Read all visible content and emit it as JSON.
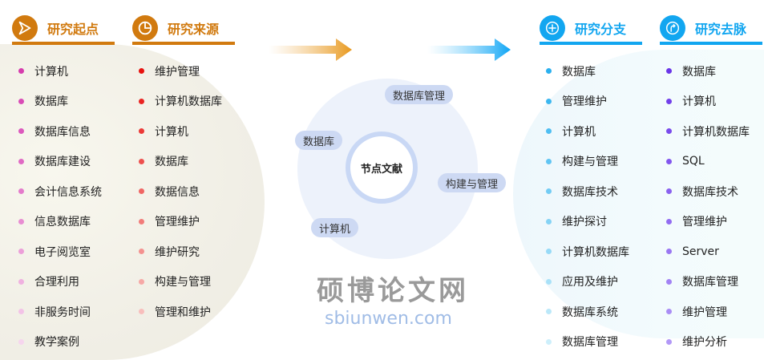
{
  "columns": [
    {
      "title": "研究起点",
      "icon": "send-icon",
      "color": "#d17a0f",
      "items": [
        "计算机",
        "数据库",
        "数据库信息",
        "数据库建设",
        "会计信息系统",
        "信息数据库",
        "电子阅览室",
        "合理利用",
        "非服务时间",
        "教学案例"
      ],
      "dot_colors": [
        "#d63cad",
        "#d94cb6",
        "#dc59bd",
        "#e06ac4",
        "#e47bcb",
        "#e88dd2",
        "#ec9fd9",
        "#f0b1e0",
        "#f3c3e7",
        "#f6d5ee"
      ]
    },
    {
      "title": "研究来源",
      "icon": "pie-chart-icon",
      "color": "#d17a0f",
      "items": [
        "维护管理",
        "计算机数据库",
        "计算机",
        "数据库",
        "数据信息",
        "管理维护",
        "维护研究",
        "构建与管理",
        "管理和维护"
      ],
      "dot_colors": [
        "#e8120f",
        "#ea2422",
        "#ec3a38",
        "#ee504e",
        "#f06664",
        "#f27c7a",
        "#f49290",
        "#f6a8a6",
        "#f8bebc"
      ]
    },
    {
      "title": "研究分支",
      "icon": "plus-circle-icon",
      "color": "#12a6f0",
      "items": [
        "数据库",
        "管理维护",
        "计算机",
        "构建与管理",
        "数据库技术",
        "维护探讨",
        "计算机数据库",
        "应用及维护",
        "数据库系统",
        "数据库管理"
      ],
      "dot_colors": [
        "#2bb0ef",
        "#3db7f0",
        "#4fbef2",
        "#61c5f3",
        "#73ccf4",
        "#85d3f5",
        "#97daf7",
        "#a9e1f8",
        "#bbe8f9",
        "#cdeffb"
      ]
    },
    {
      "title": "研究去脉",
      "icon": "turn-arrow-icon",
      "color": "#12a6f0",
      "items": [
        "数据库",
        "计算机",
        "计算机数据库",
        "SQL",
        "数据库技术",
        "管理维护",
        "Server",
        "数据库管理",
        "维护管理",
        "维护分析"
      ],
      "dot_colors": [
        "#6a35e8",
        "#7240ea",
        "#7a4bec",
        "#8256ee",
        "#8a61ef",
        "#926cf1",
        "#9a77f2",
        "#a282f4",
        "#aa8df5",
        "#b298f7"
      ]
    }
  ],
  "center": {
    "label": "节点文献",
    "tags": [
      "数据库管理",
      "数据库",
      "构建与管理",
      "计算机"
    ]
  },
  "watermark": {
    "text": "硕博论文网",
    "url": "sbiunwen.com"
  }
}
